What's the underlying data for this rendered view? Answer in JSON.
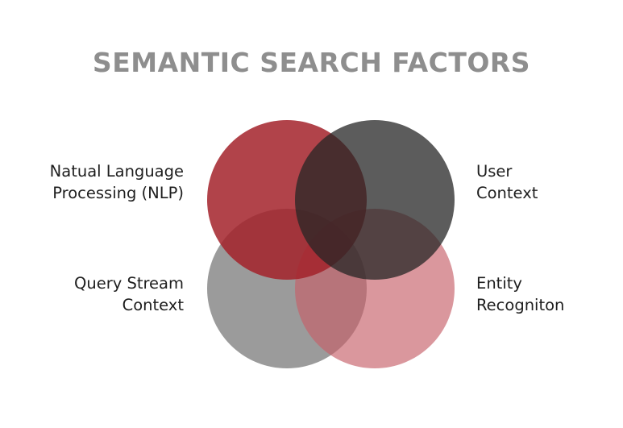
{
  "title": "SEMANTIC SEARCH FACTORS",
  "factors": [
    {
      "id": "nlp",
      "lines": [
        "Natual Language",
        "Processing (NLP)"
      ],
      "color": "#a3222a",
      "opacity": 0.85
    },
    {
      "id": "user",
      "lines": [
        "User",
        "Context"
      ],
      "color": "#262626",
      "opacity": 0.75
    },
    {
      "id": "query",
      "lines": [
        "Query Stream",
        "Context"
      ],
      "color": "#7a7a7a",
      "opacity": 0.75
    },
    {
      "id": "entity",
      "lines": [
        "Entity",
        "Recogniton"
      ],
      "color": "#c66068",
      "opacity": 0.65
    }
  ]
}
